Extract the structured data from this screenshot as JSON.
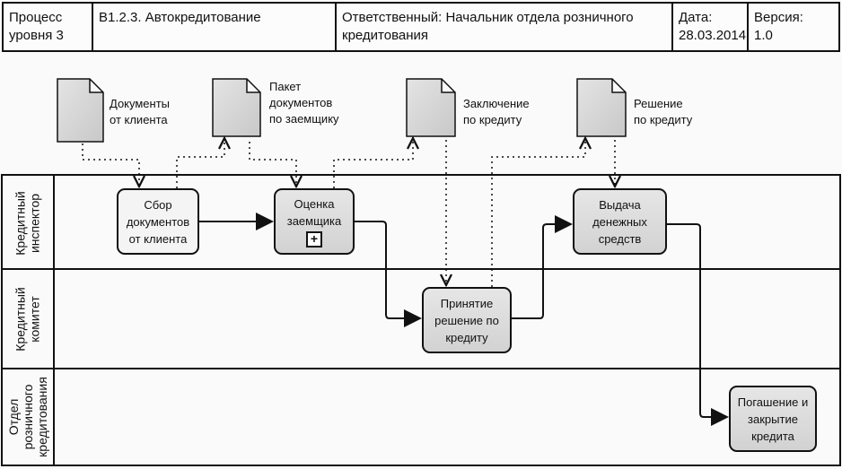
{
  "header": {
    "level": [
      "Процесс",
      "уровня 3"
    ],
    "process": "В1.2.3.  Автокредитование",
    "owner": [
      "Ответственный: Начальник отдела розничного",
      "кредитования"
    ],
    "date_label": "Дата:",
    "date": "28.03.2014",
    "version_label": "Версия:",
    "version": "1.0"
  },
  "documents": [
    {
      "lines": [
        "Документы",
        "от клиента"
      ]
    },
    {
      "lines": [
        "Пакет",
        "документов",
        "по заемщику"
      ]
    },
    {
      "lines": [
        "Заключение",
        "по кредиту"
      ]
    },
    {
      "lines": [
        "Решение",
        "по кредиту"
      ]
    }
  ],
  "lanes": [
    {
      "lines": [
        "Кредитный",
        "инспектор"
      ]
    },
    {
      "lines": [
        "Кредитный",
        "комитет"
      ]
    },
    {
      "lines": [
        "Отдел",
        "розничного",
        "кредитования"
      ]
    }
  ],
  "tasks": [
    {
      "lines": [
        "Сбор",
        "документов",
        "от клиента"
      ]
    },
    {
      "lines": [
        "Оценка",
        "заемщика"
      ],
      "subprocess_marker": "+"
    },
    {
      "lines": [
        "Принятие",
        "решение по",
        "кредиту"
      ]
    },
    {
      "lines": [
        "Выдача",
        "денежных",
        "средств"
      ]
    },
    {
      "lines": [
        "Погашение и",
        "закрытие",
        "кредита"
      ]
    }
  ]
}
